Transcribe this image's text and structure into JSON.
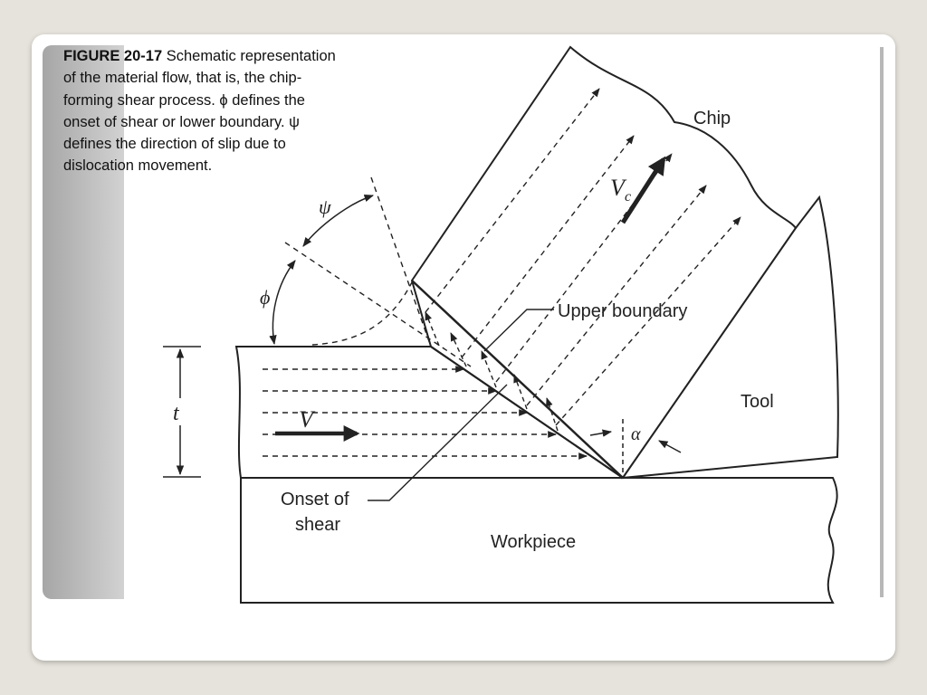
{
  "caption": {
    "figure_label": "FIGURE 20-17",
    "text": " Schematic representation of the material flow, that is, the chip-forming shear process. ϕ defines the onset of shear or lower boundary. ψ defines the direction of slip due to dislocation movement."
  },
  "labels": {
    "chip": "Chip",
    "tool": "Tool",
    "workpiece": "Workpiece",
    "upper_boundary": "Upper boundary",
    "onset_line1": "Onset of",
    "onset_line2": "shear",
    "vc_main": "V",
    "vc_sub": "c",
    "v": "V",
    "t": "t",
    "psi": "ψ",
    "phi": "ϕ",
    "alpha": "α"
  }
}
